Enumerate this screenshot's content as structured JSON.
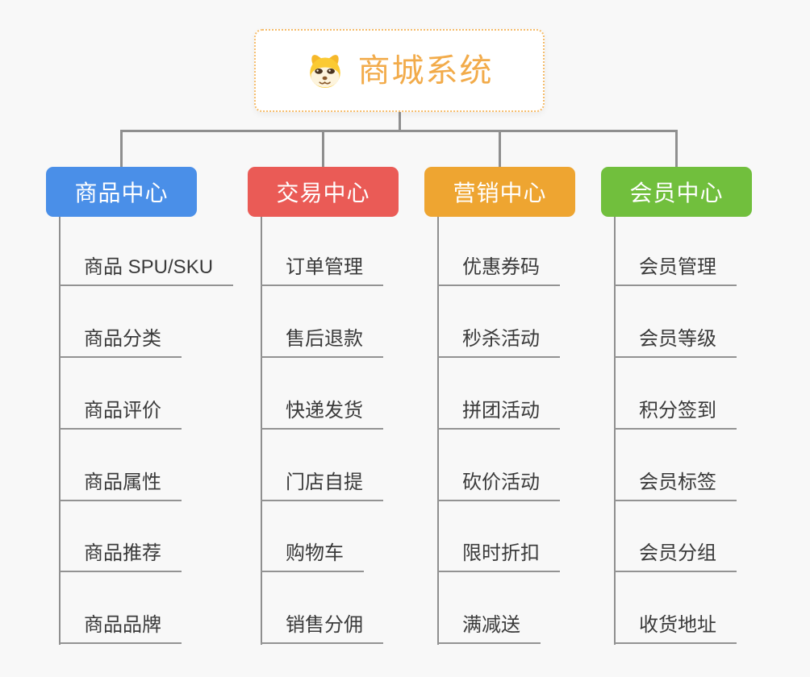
{
  "page": {
    "background": "#f8f8f8",
    "connector_color": "#8f8f8f"
  },
  "root": {
    "label": "商城系统",
    "icon": "dog-icon",
    "text_color": "#f2ab4a",
    "border_color": "#f5bc6b"
  },
  "branches": [
    {
      "label": "商品中心",
      "color": "#4a8fe8",
      "items": [
        "商品 SPU/SKU",
        "商品分类",
        "商品评价",
        "商品属性",
        "商品推荐",
        "商品品牌"
      ]
    },
    {
      "label": "交易中心",
      "color": "#ea5b56",
      "items": [
        "订单管理",
        "售后退款",
        "快递发货",
        "门店自提",
        "购物车",
        "销售分佣"
      ]
    },
    {
      "label": "营销中心",
      "color": "#eea531",
      "items": [
        "优惠券码",
        "秒杀活动",
        "拼团活动",
        "砍价活动",
        "限时折扣",
        "满减送"
      ]
    },
    {
      "label": "会员中心",
      "color": "#71bf3d",
      "items": [
        "会员管理",
        "会员等级",
        "积分签到",
        "会员标签",
        "会员分组",
        "收货地址"
      ]
    }
  ]
}
